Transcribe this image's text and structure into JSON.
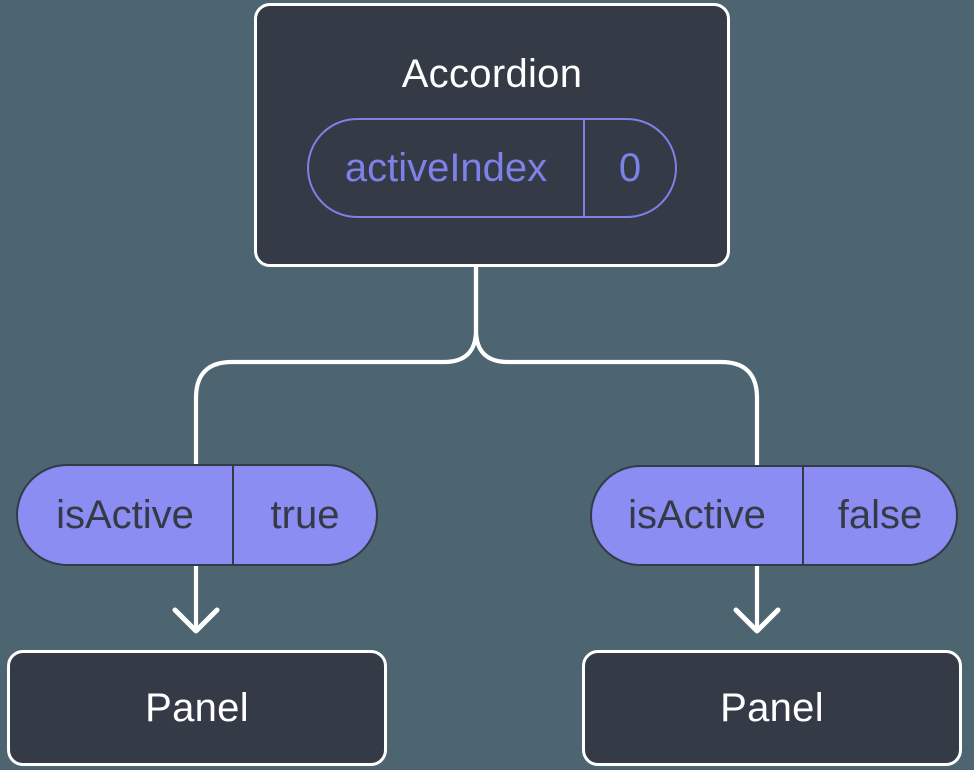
{
  "colors": {
    "background": "#4C6571",
    "node_fill": "#343B47",
    "node_border": "#FFFFFF",
    "title_text": "#FFFFFF",
    "accent_outline": "#7D81E8",
    "badge_fill": "#8B8DF2",
    "badge_text": "#343B47",
    "connector": "#FFFFFF"
  },
  "root_node": {
    "title": "Accordion",
    "badge": {
      "label": "activeIndex",
      "value": "0"
    }
  },
  "children": [
    {
      "badge": {
        "label": "isActive",
        "value": "true"
      },
      "panel_label": "Panel"
    },
    {
      "badge": {
        "label": "isActive",
        "value": "false"
      },
      "panel_label": "Panel"
    }
  ]
}
